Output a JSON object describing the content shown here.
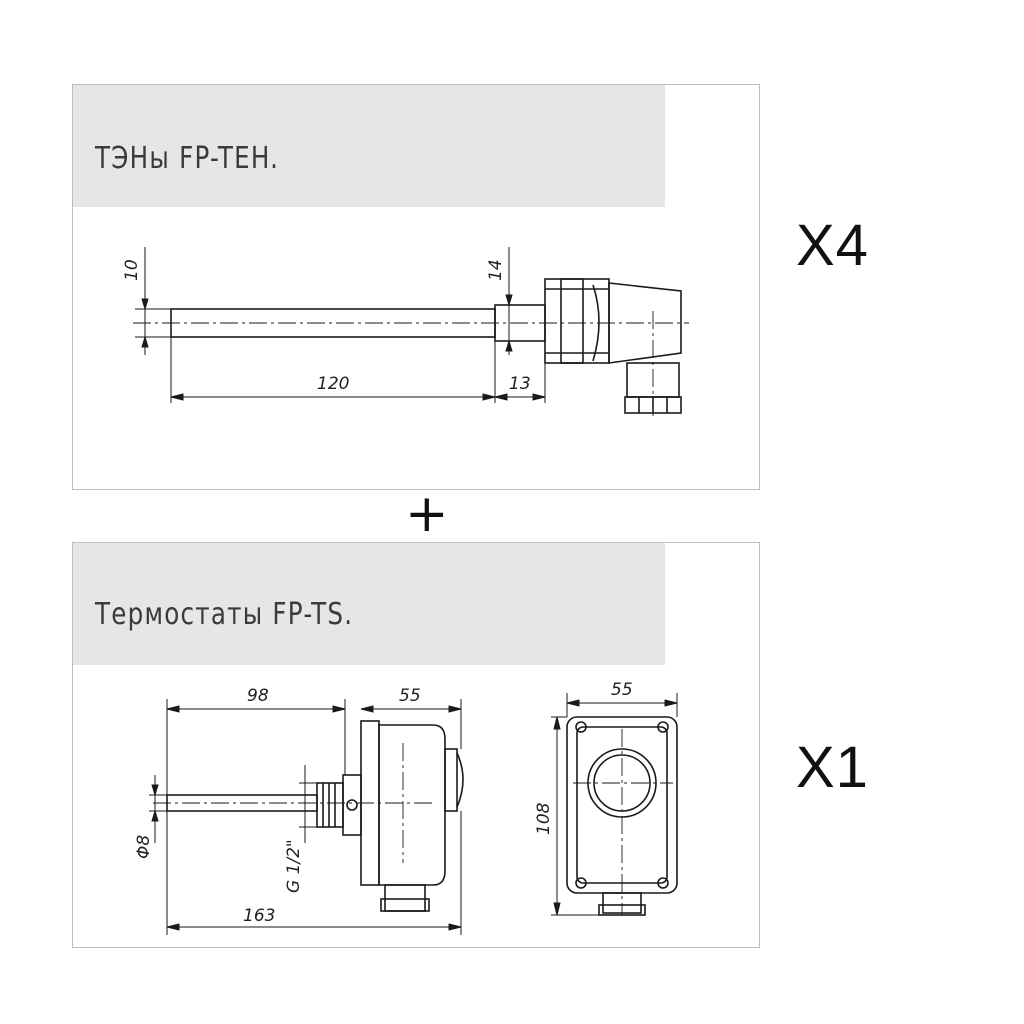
{
  "heater": {
    "title": "ТЭНы FP-TEH.",
    "quantity": "X4",
    "dims": {
      "diameter": "10",
      "neck": "14",
      "length": "120",
      "thread": "13"
    }
  },
  "separator": "+",
  "thermostat": {
    "title": "Термостаты FP-TS.",
    "quantity": "X1",
    "dims": {
      "probe_length": "98",
      "body_depth": "55",
      "front_width": "55",
      "height": "108",
      "probe_diameter": "Φ8",
      "thread": "G 1/2\"",
      "total_length": "163"
    }
  },
  "colors": {
    "header_bg": "#e6e6e6",
    "border": "#bdbdbd",
    "line": "#1a1a1a"
  }
}
